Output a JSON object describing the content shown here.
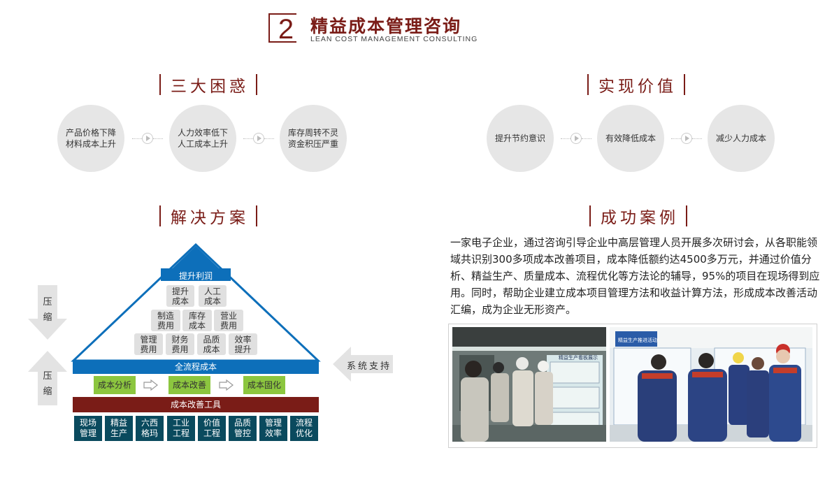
{
  "header": {
    "number": "2",
    "title": "精益成本管理咨询",
    "subtitle": "LEAN COST MANAGEMENT CONSULTING"
  },
  "problems": {
    "title": "三大困惑",
    "items": [
      {
        "line1": "产品价格下降",
        "line2": "材料成本上升"
      },
      {
        "line1": "人力效率低下",
        "line2": "人工成本上升"
      },
      {
        "line1": "库存周转不灵",
        "line2": "资金积压严重"
      }
    ]
  },
  "value": {
    "title": "实现价值",
    "items": [
      "提升节约意识",
      "有效降低成本",
      "减少人力成本"
    ]
  },
  "solution": {
    "title": "解决方案",
    "top_label": "提升利润",
    "row1": [
      [
        "提升",
        "成本"
      ],
      [
        "人工",
        "成本"
      ]
    ],
    "row2": [
      [
        "制造",
        "费用"
      ],
      [
        "库存",
        "成本"
      ],
      [
        "营业",
        "费用"
      ]
    ],
    "row3": [
      [
        "管理",
        "费用"
      ],
      [
        "财务",
        "费用"
      ],
      [
        "品质",
        "成本"
      ],
      [
        "效率",
        "提升"
      ]
    ],
    "full_process": "全流程成本",
    "steps": [
      "成本分析",
      "成本改善",
      "成本固化"
    ],
    "tools_label": "成本改善工具",
    "tools": [
      [
        "现场",
        "管理"
      ],
      [
        "精益",
        "生产"
      ],
      [
        "六西",
        "格玛"
      ],
      [
        "工业",
        "工程"
      ],
      [
        "价值",
        "工程"
      ],
      [
        "品质",
        "管控"
      ],
      [
        "管理",
        "效率"
      ],
      [
        "流程",
        "优化"
      ]
    ],
    "compress_down": [
      "压",
      "缩"
    ],
    "compress_up": [
      "压",
      "缩"
    ],
    "system_support": "系统支持",
    "colors": {
      "blue": "#0d6fba",
      "green": "#8cc63f",
      "red": "#7a1c17",
      "teal": "#0a4a5e"
    }
  },
  "case": {
    "title": "成功案例",
    "text": "一家电子企业，通过咨询引导企业中高层管理人员开展多次研讨会，从各职能领域共识别300多项成本改善项目，成本降低额约达4500多万元，并通过价值分析、精益生产、质量成本、流程优化等方法论的辅导，95%的项目在现场得到应用。同时，帮助企业建立成本项目管理方法和收益计算方法，形成成本改善活动汇编，成为企业无形资产。",
    "photo1_sign": "精益生产看板展示",
    "photo2_sign": "精益生产推进活动"
  },
  "brand_color": "#7a1c17"
}
